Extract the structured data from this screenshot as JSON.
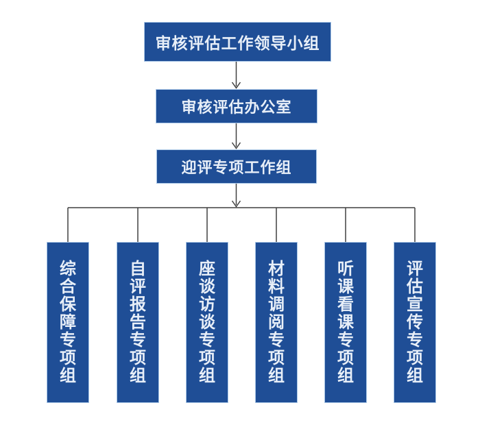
{
  "diagram": {
    "type": "org-chart",
    "title_box": {
      "label": "审核评估工作领导小组"
    },
    "office_box": {
      "label": "审核评估办公室"
    },
    "workgroup_box": {
      "label": "迎评专项工作组"
    },
    "sub_groups": [
      {
        "label": "综合保障专项组"
      },
      {
        "label": "自评报告专项组"
      },
      {
        "label": "座谈访谈专项组"
      },
      {
        "label": "材料调阅专项组"
      },
      {
        "label": "听课看课专项组"
      },
      {
        "label": "评估宣传专项组"
      }
    ],
    "colors": {
      "background": "#FFFFFF",
      "box_fill": "#1F4E96",
      "box_border": "#A8C6E6",
      "box_text": "#E8EFF8",
      "connector": "#3F3F3F"
    }
  }
}
